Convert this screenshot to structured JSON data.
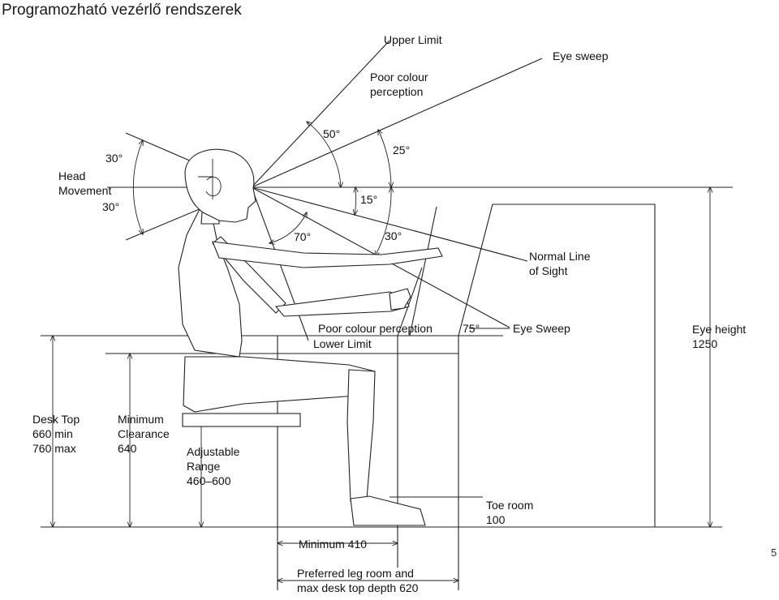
{
  "title": "Programozható vezérlő rendszerek",
  "page_number": "5",
  "labels": {
    "upper_limit": "Upper Limit",
    "eye_sweep_top": "Eye sweep",
    "poor_colour_top_1": "Poor colour",
    "poor_colour_top_2": "perception",
    "angle_50": "50°",
    "angle_25": "25°",
    "angle_30_head_top": "30°",
    "head_movement_1": "Head",
    "head_movement_2": "Movement",
    "angle_30_head_bottom": "30°",
    "angle_15": "15°",
    "angle_70": "70°",
    "angle_30_sight": "30°",
    "normal_line_1": "Normal Line",
    "normal_line_2": "of Sight",
    "poor_colour_bottom": "Poor colour perception",
    "angle_75": "75°",
    "eye_sweep_bottom": "Eye Sweep",
    "lower_limit": "Lower Limit",
    "eye_height_1": "Eye height",
    "eye_height_2": "1250",
    "desk_top_1": "Desk Top",
    "desk_top_2": "660 min",
    "desk_top_3": "760 max",
    "min_clearance_1": "Minimum",
    "min_clearance_2": "Clearance",
    "min_clearance_3": "640",
    "adjustable_1": "Adjustable",
    "adjustable_2": "Range",
    "adjustable_3": "460–600",
    "toe_room_1": "Toe room",
    "toe_room_2": "100",
    "minimum_410": "Minimum 410",
    "preferred_1": "Preferred leg room and",
    "preferred_2": "max desk top depth 620"
  }
}
